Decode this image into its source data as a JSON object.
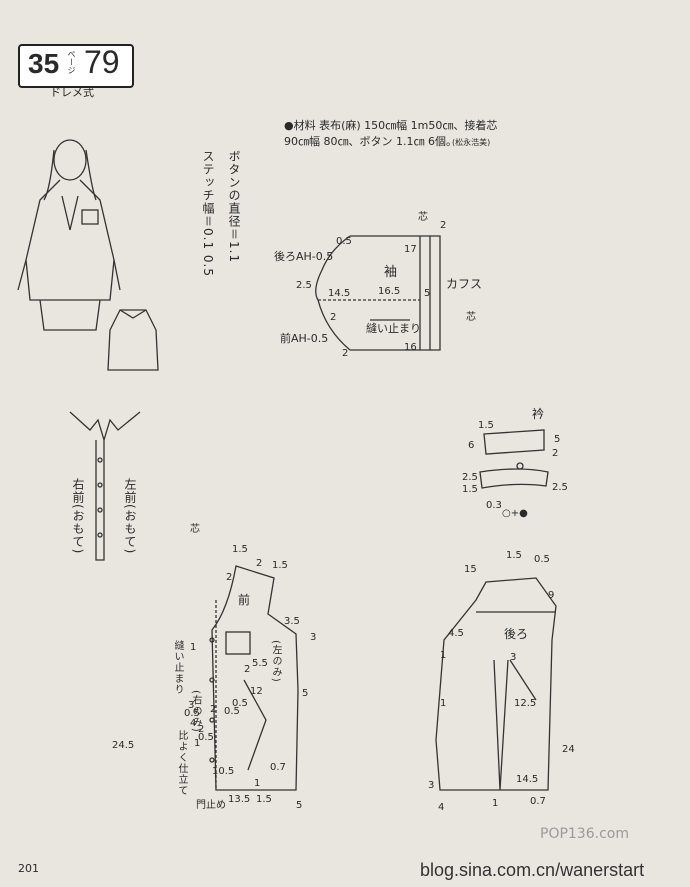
{
  "header": {
    "series_number": "35",
    "series_unit": "ページ",
    "page_number": "79",
    "style": "ドレメ式"
  },
  "materials": {
    "line1": "●材料  表布(麻) 150㎝幅 1m50㎝、接着芯",
    "line2": "90㎝幅 80㎝、ボタン 1.1㎝ 6個。",
    "author": "(松永浩美)"
  },
  "notes": {
    "button_diameter": "ボタンの直径＝1.1",
    "stitch_width": "ステッチ幅＝0.1 0.5"
  },
  "placket": {
    "right_front": "右前(おもて)",
    "left_front": "左前(おもて)"
  },
  "sleeve": {
    "label": "袖",
    "cuff": "カフス",
    "fold": "縫い止まり",
    "back_ah": "後ろAH-0.5",
    "front_ah": "前AH-0.5",
    "measures": [
      "0.5",
      "2.5",
      "14.5",
      "16.5",
      "17",
      "5",
      "16",
      "2",
      "2",
      "2",
      "芯",
      "芯"
    ]
  },
  "collar": {
    "label": "衿",
    "measures": [
      "1.5",
      "6",
      "5",
      "2",
      "2.5",
      "1.5",
      "2.5",
      "0.3",
      "○+●"
    ]
  },
  "front": {
    "label": "前",
    "left_label": "(左のみ)",
    "right_label": "(右のみ)",
    "stop_label": "縫い止まり",
    "finish_label": "比よく仕立て",
    "bottom_label": "門止め",
    "interfacing": "芯",
    "measures": [
      "1.5",
      "2",
      "1.5",
      "2",
      "3.5",
      "3",
      "5.5",
      "2",
      "12",
      "0.5",
      "1",
      "0.5",
      "2",
      "3",
      "4",
      "0.5",
      "0.5",
      "2",
      "24.5",
      "10.5",
      "0.7",
      "1",
      "13.5",
      "1.5",
      "5",
      "1",
      "5"
    ]
  },
  "back": {
    "label": "後ろ",
    "measures": [
      "1.5",
      "0.5",
      "15",
      "9",
      "4.5",
      "1",
      "3",
      "1",
      "12.5",
      "24",
      "3",
      "4",
      "14.5",
      "1",
      "0.7"
    ]
  },
  "footer": {
    "page": "201",
    "blog": "blog.sina.com.cn/wanerstart",
    "brand": "POP136.com"
  }
}
